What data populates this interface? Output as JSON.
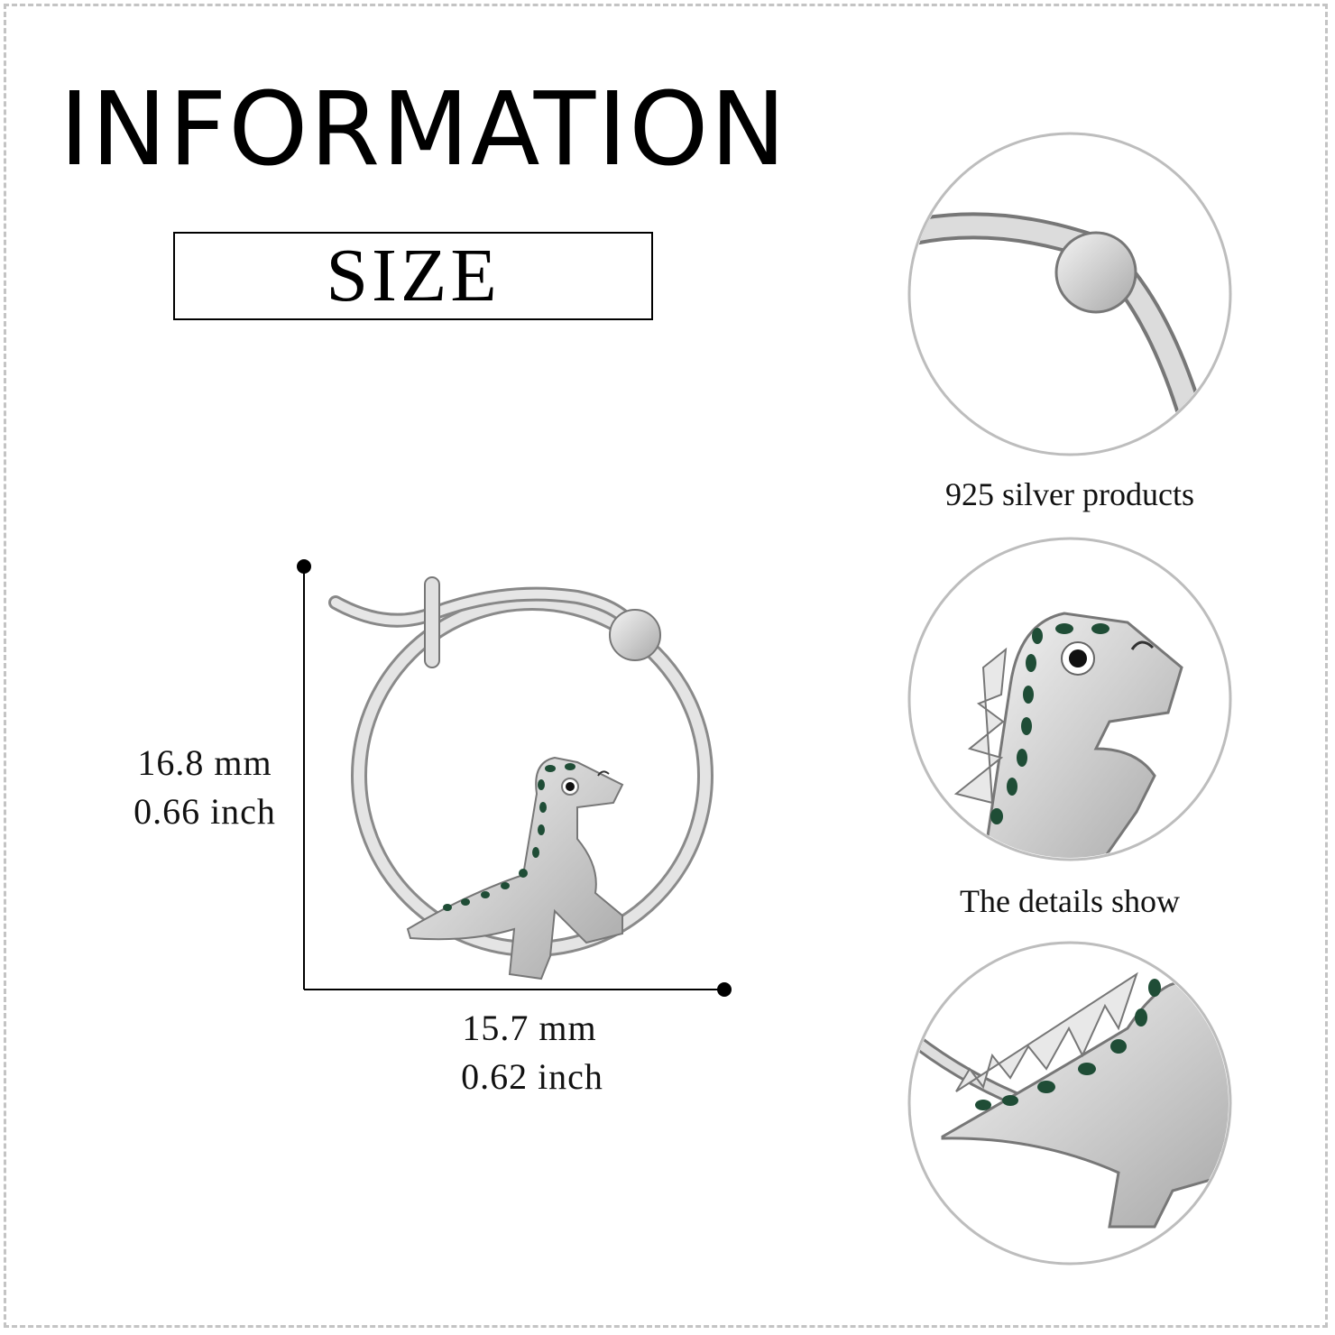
{
  "header": {
    "title": "INFORMATION",
    "size_label": "SIZE"
  },
  "dimensions": {
    "height_mm": "16.8 mm",
    "height_inch": "0.66 inch",
    "width_mm": "15.7 mm",
    "width_inch": "0.62 inch"
  },
  "details": [
    {
      "caption": "925 silver products",
      "image": "hinge-closeup"
    },
    {
      "caption": "The details show",
      "image": "dinosaur-head-closeup"
    },
    {
      "caption": "",
      "image": "dinosaur-tail-closeup"
    }
  ],
  "colors": {
    "silver": "#d9d9d9",
    "outline": "#6f6f6f",
    "enamel_green": "#1f4d36",
    "circle_border": "#bdbdbd"
  }
}
